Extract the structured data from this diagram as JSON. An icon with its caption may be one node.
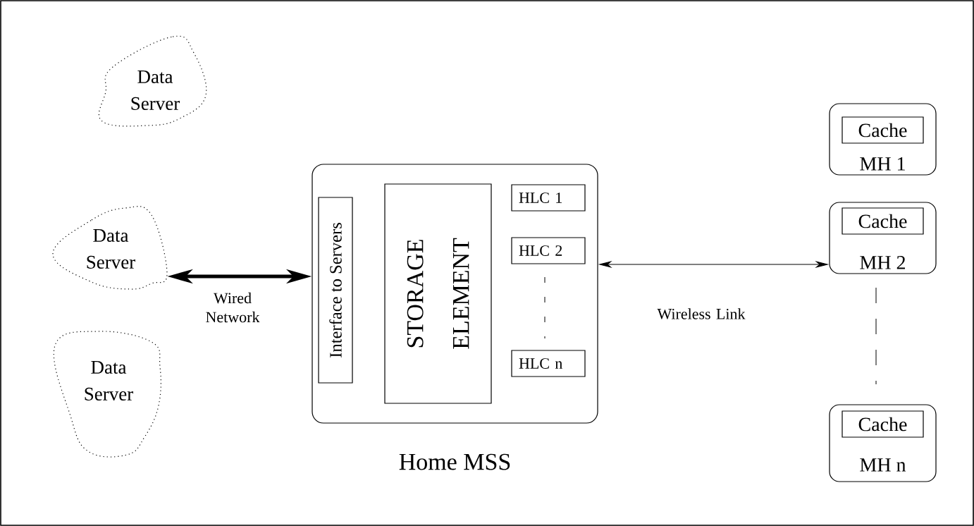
{
  "diagram": {
    "nodes": [
      {
        "text": [
          "Data Server"
        ]
      },
      {
        "text": [
          "Data Server"
        ]
      },
      {
        "text": [
          "Data Server"
        ]
      },
      {
        "text": [
          "Home MSS"
        ]
      },
      {
        "text": [
          "Interface to Servers"
        ],
        "in": 3
      },
      {
        "text": [
          "STORAGE ELEMENT"
        ],
        "in": 3
      },
      {
        "text": [
          "HLC 1"
        ],
        "in": 3
      },
      {
        "text": [
          "HLC 2"
        ],
        "in": 3
      },
      {
        "text": [
          "HLC n"
        ],
        "in": 3
      },
      {
        "text": [
          "MH 1"
        ]
      },
      {
        "text": [
          "Cache"
        ],
        "in": 9
      },
      {
        "text": [
          "MH 2"
        ]
      },
      {
        "text": [
          "Cache"
        ],
        "in": 11
      },
      {
        "text": [
          "MH n"
        ]
      },
      {
        "text": [
          "Cache"
        ],
        "in": 13
      }
    ],
    "edges": [
      {
        "from": 1,
        "to": 3,
        "arrow": "both",
        "label": "Wired Network",
        "style": "thick"
      },
      {
        "from": 3,
        "to": 11,
        "arrow": "both",
        "label": "Wireless Link"
      }
    ]
  }
}
